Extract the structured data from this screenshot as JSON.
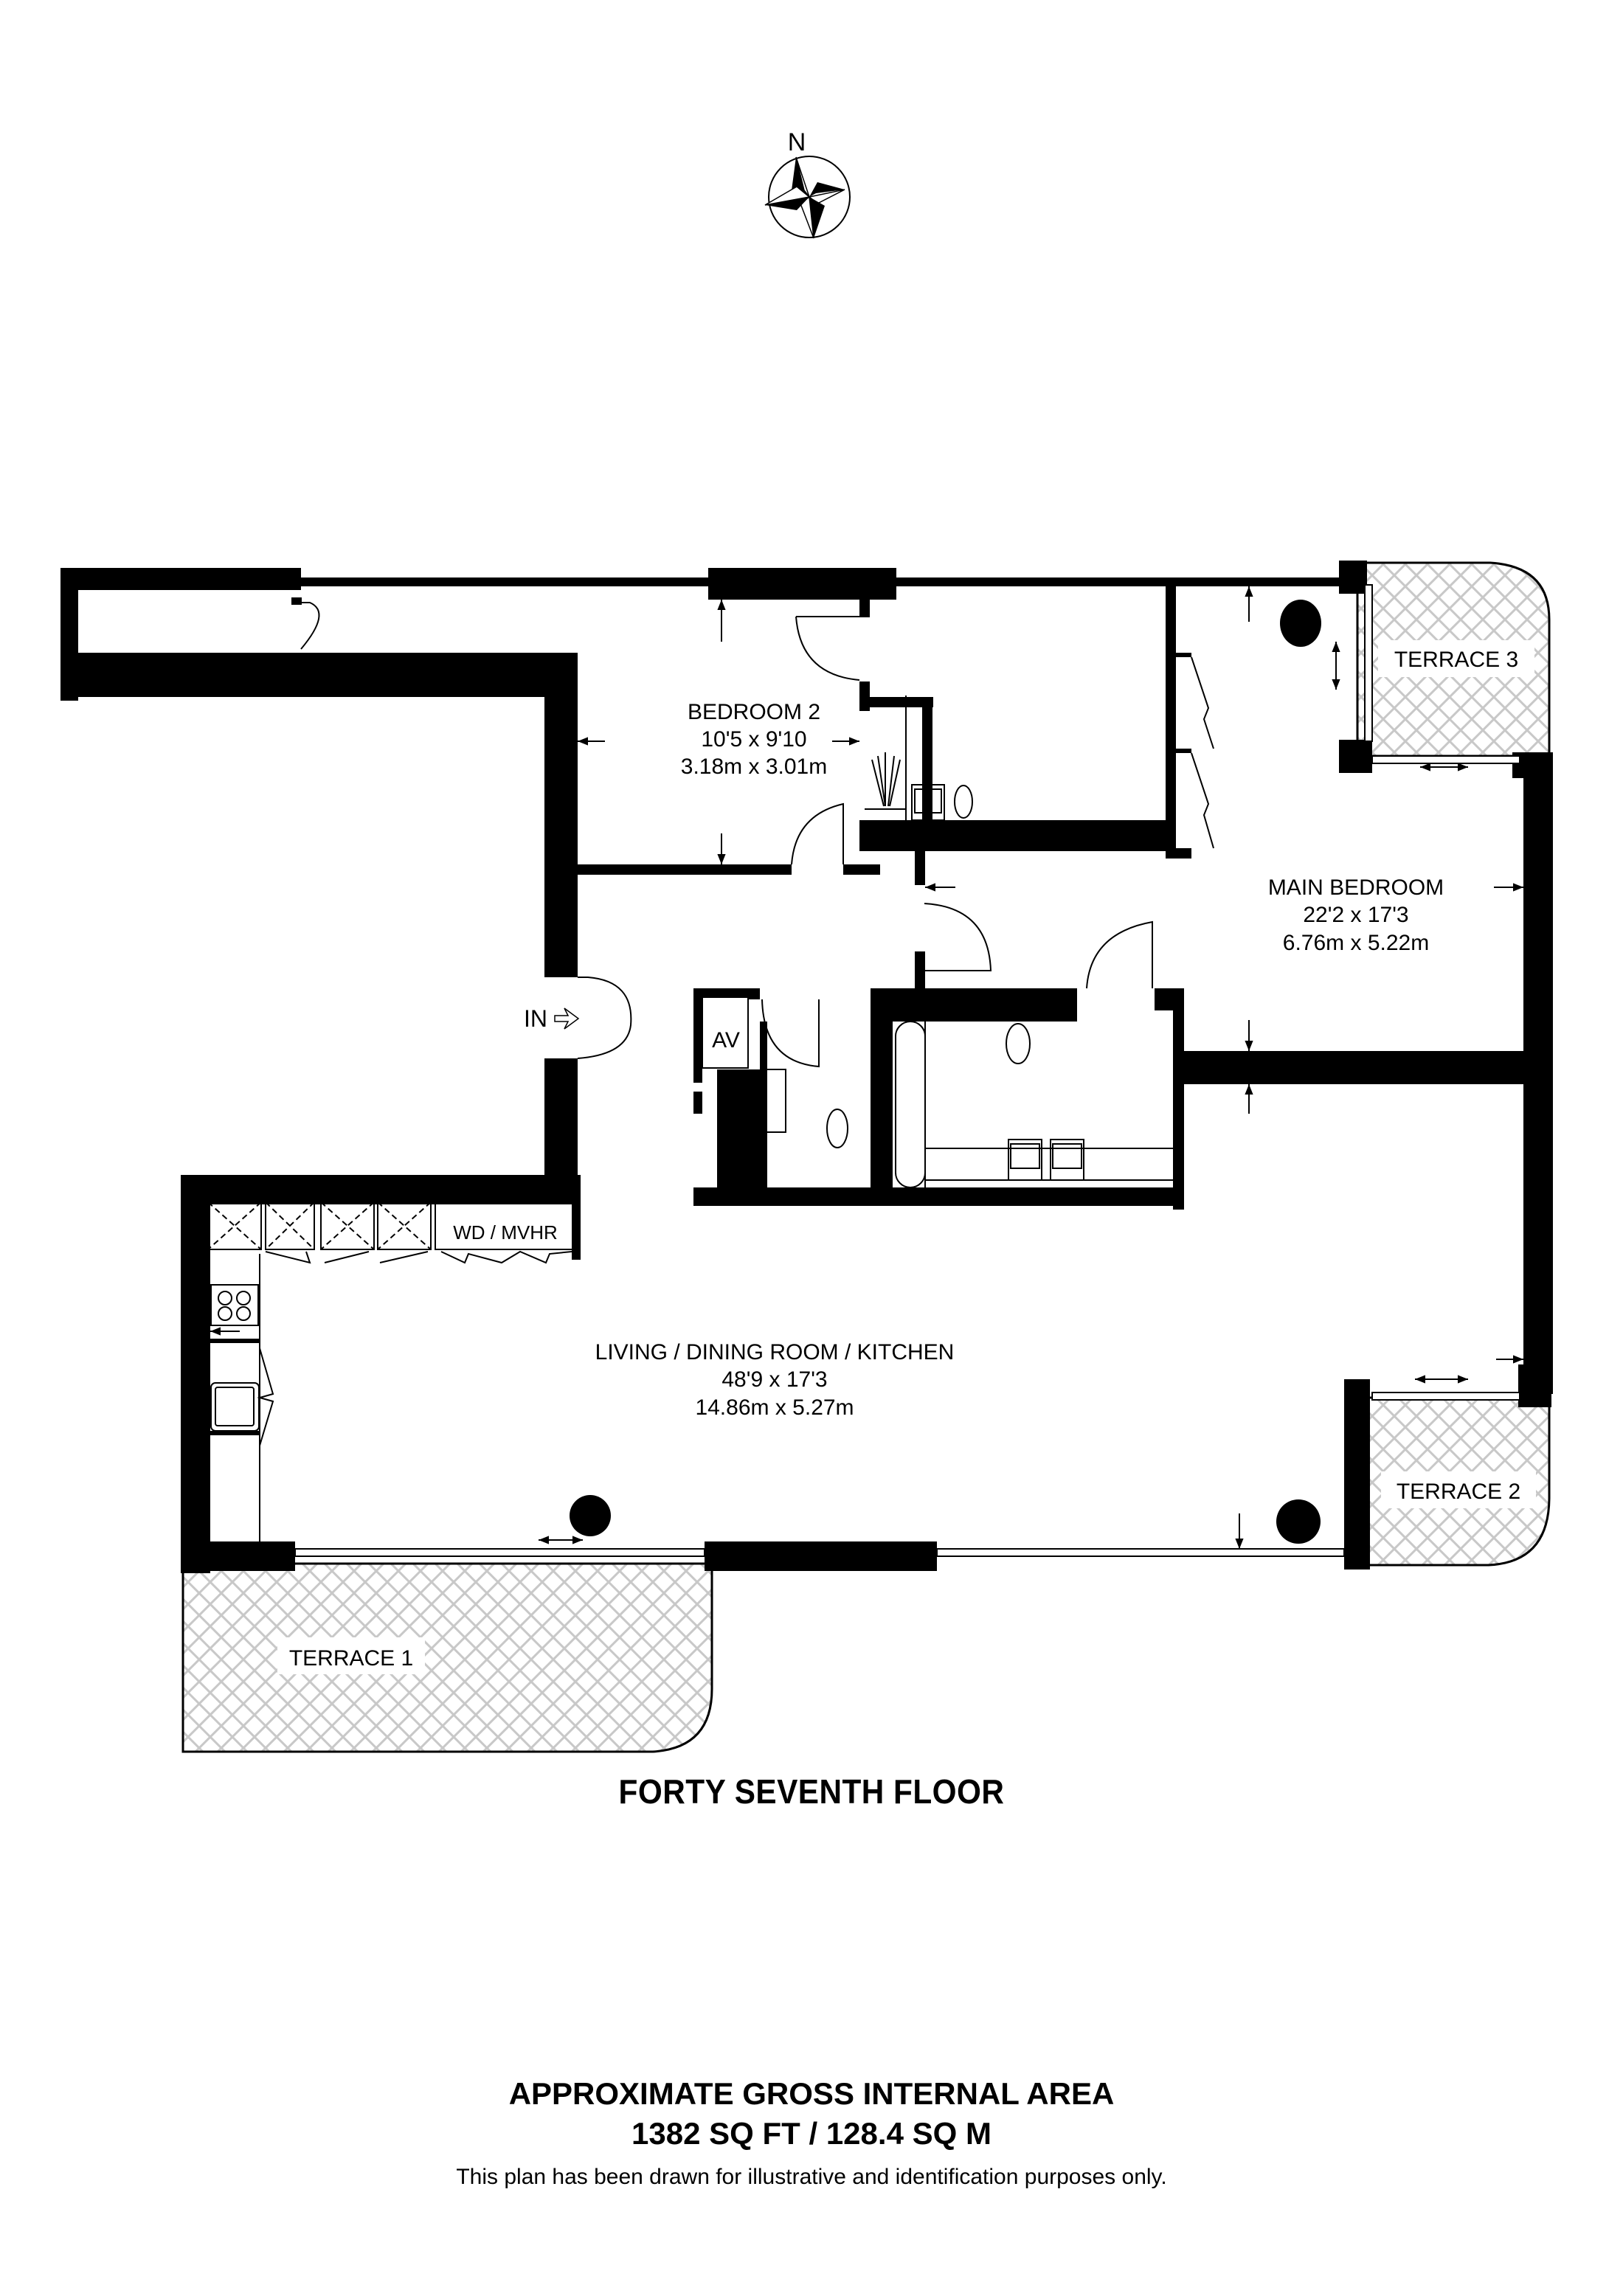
{
  "compass": {
    "north_label": "N",
    "icon": "compass-rose-icon"
  },
  "rooms": {
    "bedroom2": {
      "name": "BEDROOM 2",
      "imperial": "10'5 x 9'10",
      "metric": "3.18m x 3.01m"
    },
    "main_bedroom": {
      "name": "MAIN BEDROOM",
      "imperial": "22'2 x 17'3",
      "metric": "6.76m x 5.22m"
    },
    "living": {
      "name": "LIVING / DINING ROOM / KITCHEN",
      "imperial": "48'9 x 17'3",
      "metric": "14.86m x 5.27m"
    },
    "terrace1": {
      "name": "TERRACE 1"
    },
    "terrace2": {
      "name": "TERRACE 2"
    },
    "terrace3": {
      "name": "TERRACE 3"
    },
    "av": {
      "name": "AV"
    },
    "utility": {
      "name": "WD / MVHR"
    }
  },
  "entrance": {
    "label": "IN",
    "icon": "entrance-arrow-icon"
  },
  "floor_title": "FORTY SEVENTH FLOOR",
  "area": {
    "heading": "APPROXIMATE GROSS INTERNAL AREA",
    "value": "1382 SQ FT / 128.4 SQ M"
  },
  "disclaimer": "This plan has been drawn for illustrative and identification purposes only.",
  "colors": {
    "wall": "#000000",
    "terrace_hatch": "#c8c8c8",
    "background": "#ffffff"
  }
}
